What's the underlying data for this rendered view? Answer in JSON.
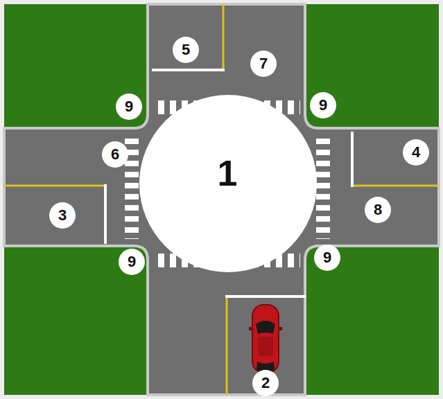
{
  "diagram": {
    "labels": [
      "5",
      "7",
      "9",
      "9",
      "6",
      "1",
      "4",
      "3",
      "8",
      "9",
      "9",
      "2"
    ]
  }
}
